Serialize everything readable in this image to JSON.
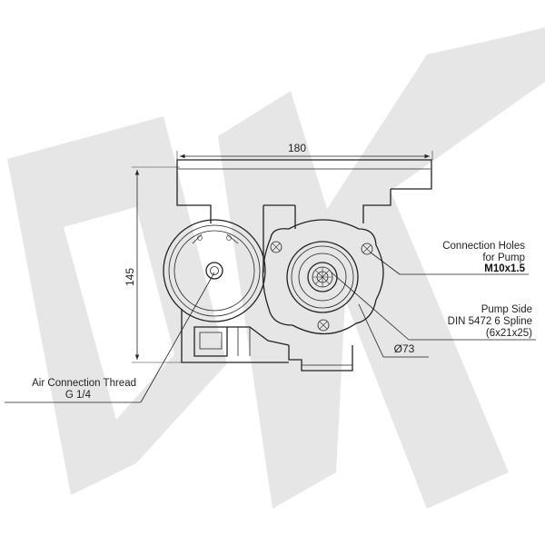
{
  "watermark": {
    "color": "#e6e6e6",
    "icon": "logo-watermark"
  },
  "colors": {
    "line": "#222222",
    "background": "#ffffff"
  },
  "dimensions": {
    "width": "180",
    "height": "145",
    "diameter": "Ø73"
  },
  "callouts": {
    "connection_holes": {
      "line1": "Connection Holes",
      "line2": "for Pump",
      "line3": "M10x1.5"
    },
    "pump_side": {
      "line1": "Pump Side",
      "line2": "DIN 5472 6 Spline",
      "line3": "(6x21x25)"
    },
    "air_connection": {
      "line1": "Air Connection Thread",
      "line2": "G 1/4"
    }
  }
}
